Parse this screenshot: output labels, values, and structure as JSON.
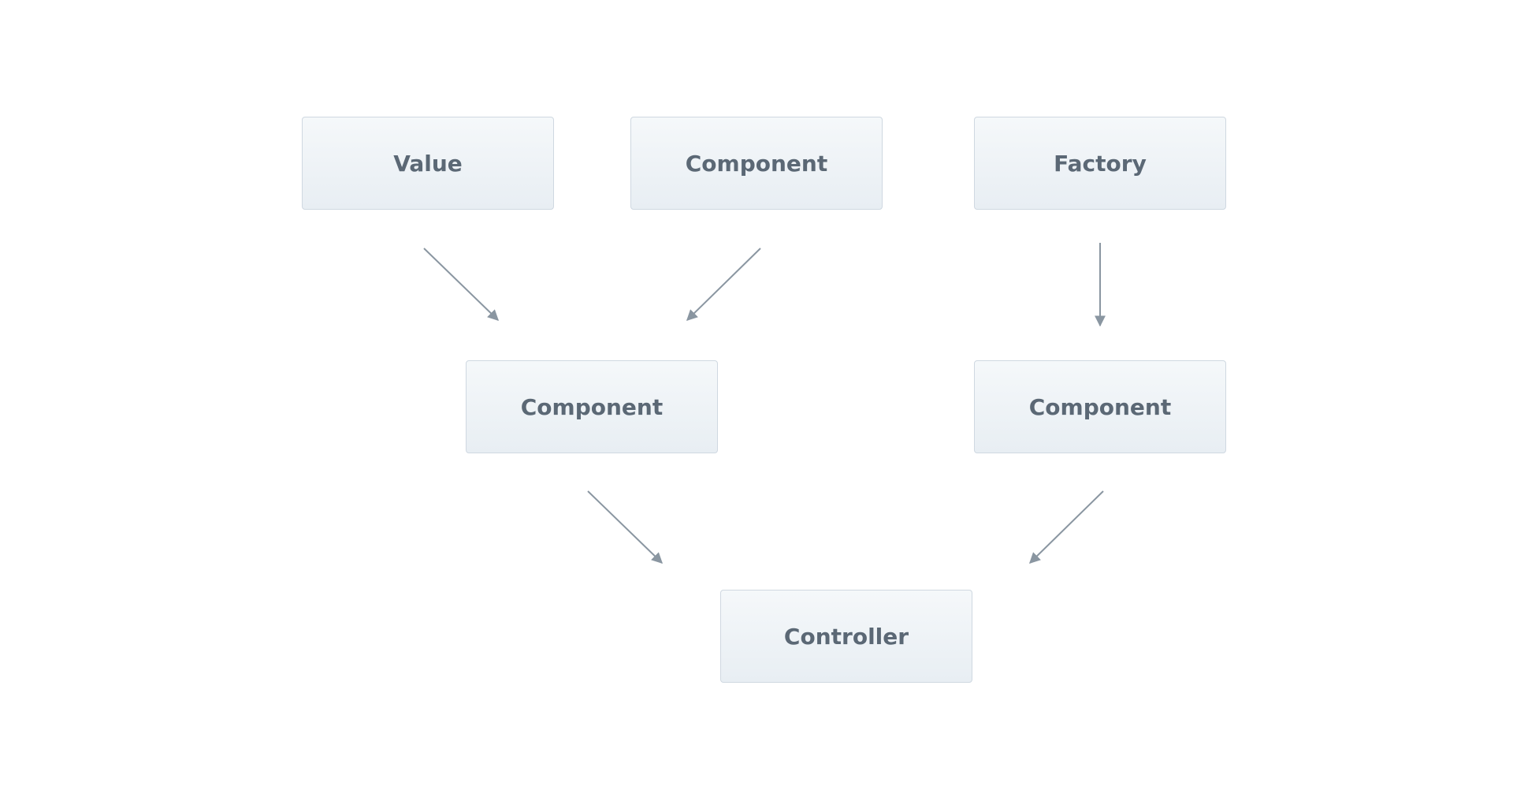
{
  "diagram": {
    "nodes": {
      "value": "Value",
      "component_top": "Component",
      "factory": "Factory",
      "component_mid_left": "Component",
      "component_mid_right": "Component",
      "controller": "Controller"
    },
    "edges": [
      {
        "from": "value",
        "to": "component_mid_left"
      },
      {
        "from": "component_top",
        "to": "component_mid_left"
      },
      {
        "from": "factory",
        "to": "component_mid_right"
      },
      {
        "from": "component_mid_left",
        "to": "controller"
      },
      {
        "from": "component_mid_right",
        "to": "controller"
      }
    ],
    "colors": {
      "node_border": "#cfd8e1",
      "node_text": "#5b6875",
      "edge": "#8a96a1"
    }
  }
}
